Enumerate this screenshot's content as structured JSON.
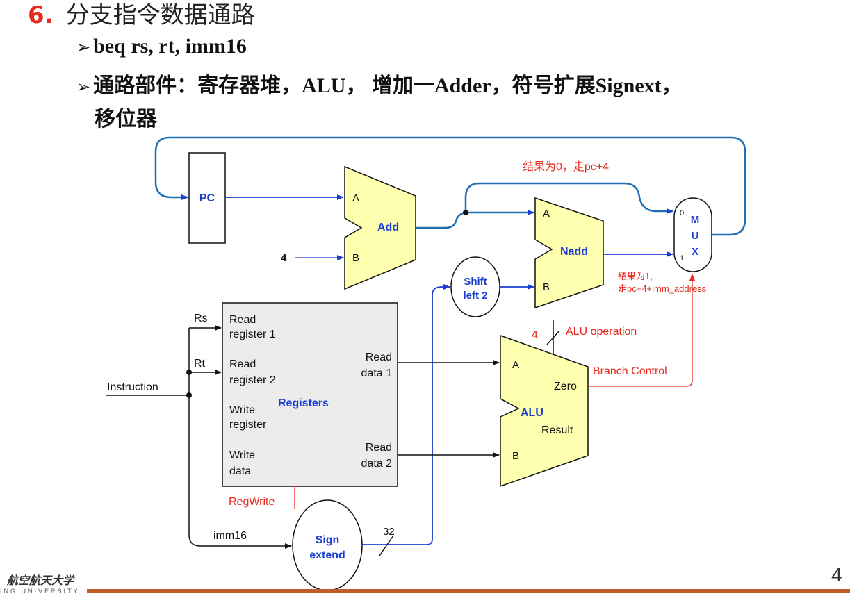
{
  "title": {
    "number": "6.",
    "text": "分支指令数据通路"
  },
  "bullets": {
    "instr": "beq  rs,  rt,  imm16",
    "parts": "通路部件：寄存器堆，ALU， 增加一Adder，符号扩展Signext，",
    "parts_cont": "移位器"
  },
  "diagram": {
    "pc": "PC",
    "add": {
      "label": "Add",
      "a": "A",
      "b": "B"
    },
    "const4": "4",
    "nadd": {
      "label": "Nadd",
      "a": "A",
      "b": "B"
    },
    "mux": {
      "m": "M",
      "u": "U",
      "x": "X",
      "in0": "0",
      "in1": "1"
    },
    "shift": {
      "line1": "Shift",
      "line2": "left 2"
    },
    "registers": {
      "label": "Registers",
      "read_reg1_a": "Read",
      "read_reg1_b": "register 1",
      "read_reg2_a": "Read",
      "read_reg2_b": "register 2",
      "write_reg_a": "Write",
      "write_reg_b": "register",
      "write_data_a": "Write",
      "write_data_b": "data",
      "read_data1_a": "Read",
      "read_data1_b": "data 1",
      "read_data2_a": "Read",
      "read_data2_b": "data 2"
    },
    "alu": {
      "label": "ALU",
      "a": "A",
      "b": "B",
      "zero": "Zero",
      "result": "Result"
    },
    "sign": {
      "line1": "Sign",
      "line2": "extend"
    },
    "labels": {
      "rs": "Rs",
      "rt": "Rt",
      "instruction": "Instruction",
      "imm16": "imm16",
      "bits32": "32",
      "bits4": "4",
      "alu_op": "ALU operation",
      "regwrite": "RegWrite",
      "branch_control": "Branch Control",
      "result0": "结果为0，走pc+4",
      "result1_a": "结果为1,",
      "result1_b": "走pc+4+imm_address"
    }
  },
  "footer": {
    "logo": "航空航天大学",
    "logo_sub": "ING UNIVERSITY",
    "page": "4"
  },
  "colors": {
    "accent_red": "#e8291d",
    "wire_blue": "#1f6fb5",
    "unit_fill": "#ffffb0",
    "reg_fill": "#ececec",
    "label_blue": "#1a3fd0"
  }
}
